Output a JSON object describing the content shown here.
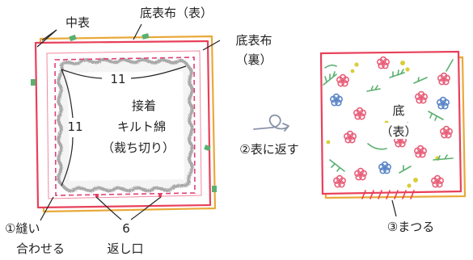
{
  "left_panel": {
    "label_naka_omote": "中表",
    "label_soko_omote_nuno": "底表布（表）",
    "label_soko_ura_line1": "底表布",
    "label_soko_ura_line2": "（裏）",
    "measure_top": "11",
    "measure_left": "11",
    "center_line1": "接着",
    "center_line2": "キルト綿",
    "center_line3": "（裁ち切り）",
    "step1_line1": "①縫い",
    "step1_line2": "合わせる",
    "measure_bottom": "6",
    "opening_label": "返し口"
  },
  "middle": {
    "step2_label": "②表に返す"
  },
  "right_panel": {
    "center_line1": "底",
    "center_line2": "（表）",
    "step3_label": "③まつる"
  },
  "colors": {
    "outline_pink": "#e8405a",
    "outline_orange": "#e9a93a",
    "dash_pink": "#e0407a",
    "quilt_gray": "#b0b0b0",
    "flower_pink": "#e8607a",
    "flower_blue": "#5a86c8",
    "leaf_green": "#5ab070",
    "bud_yellow": "#d8cf3a",
    "arrow_gray": "#8a94a8"
  }
}
